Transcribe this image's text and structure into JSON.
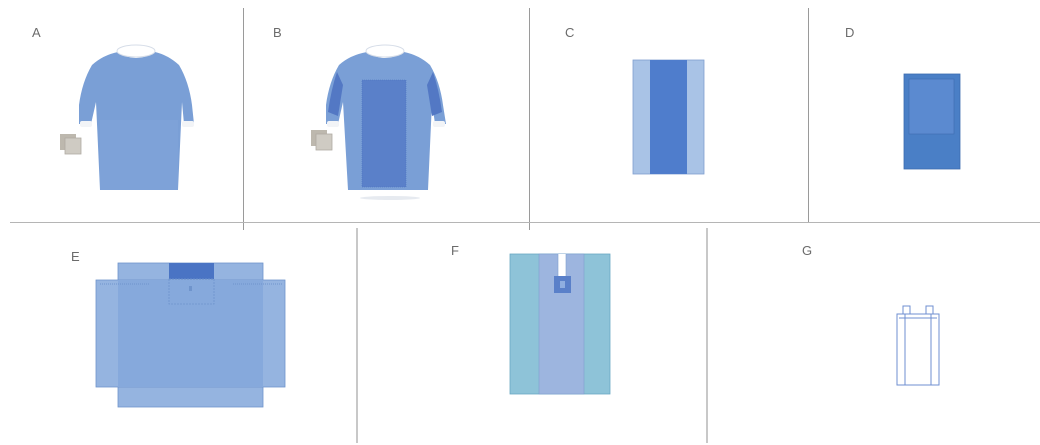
{
  "panels": [
    {
      "label": "A"
    },
    {
      "label": "B"
    },
    {
      "label": "C"
    },
    {
      "label": "D"
    },
    {
      "label": "E"
    },
    {
      "label": "F"
    },
    {
      "label": "G"
    }
  ],
  "colors": {
    "gown": "#7a9fd6",
    "gown_dark": "#5f87c8",
    "reinforcement": "#5378c4",
    "drape_light": "#a9c3e6",
    "drape_mid": "#4f7dcc",
    "drape_cover": "#4a7fc6",
    "drape_e": "#8fb0de",
    "drape_f_side": "#8ec3d8",
    "drape_f_center": "#9db5df",
    "towel": "#c9c5bd",
    "divider": "#9a9a9a",
    "label": "#6b6b6b"
  }
}
